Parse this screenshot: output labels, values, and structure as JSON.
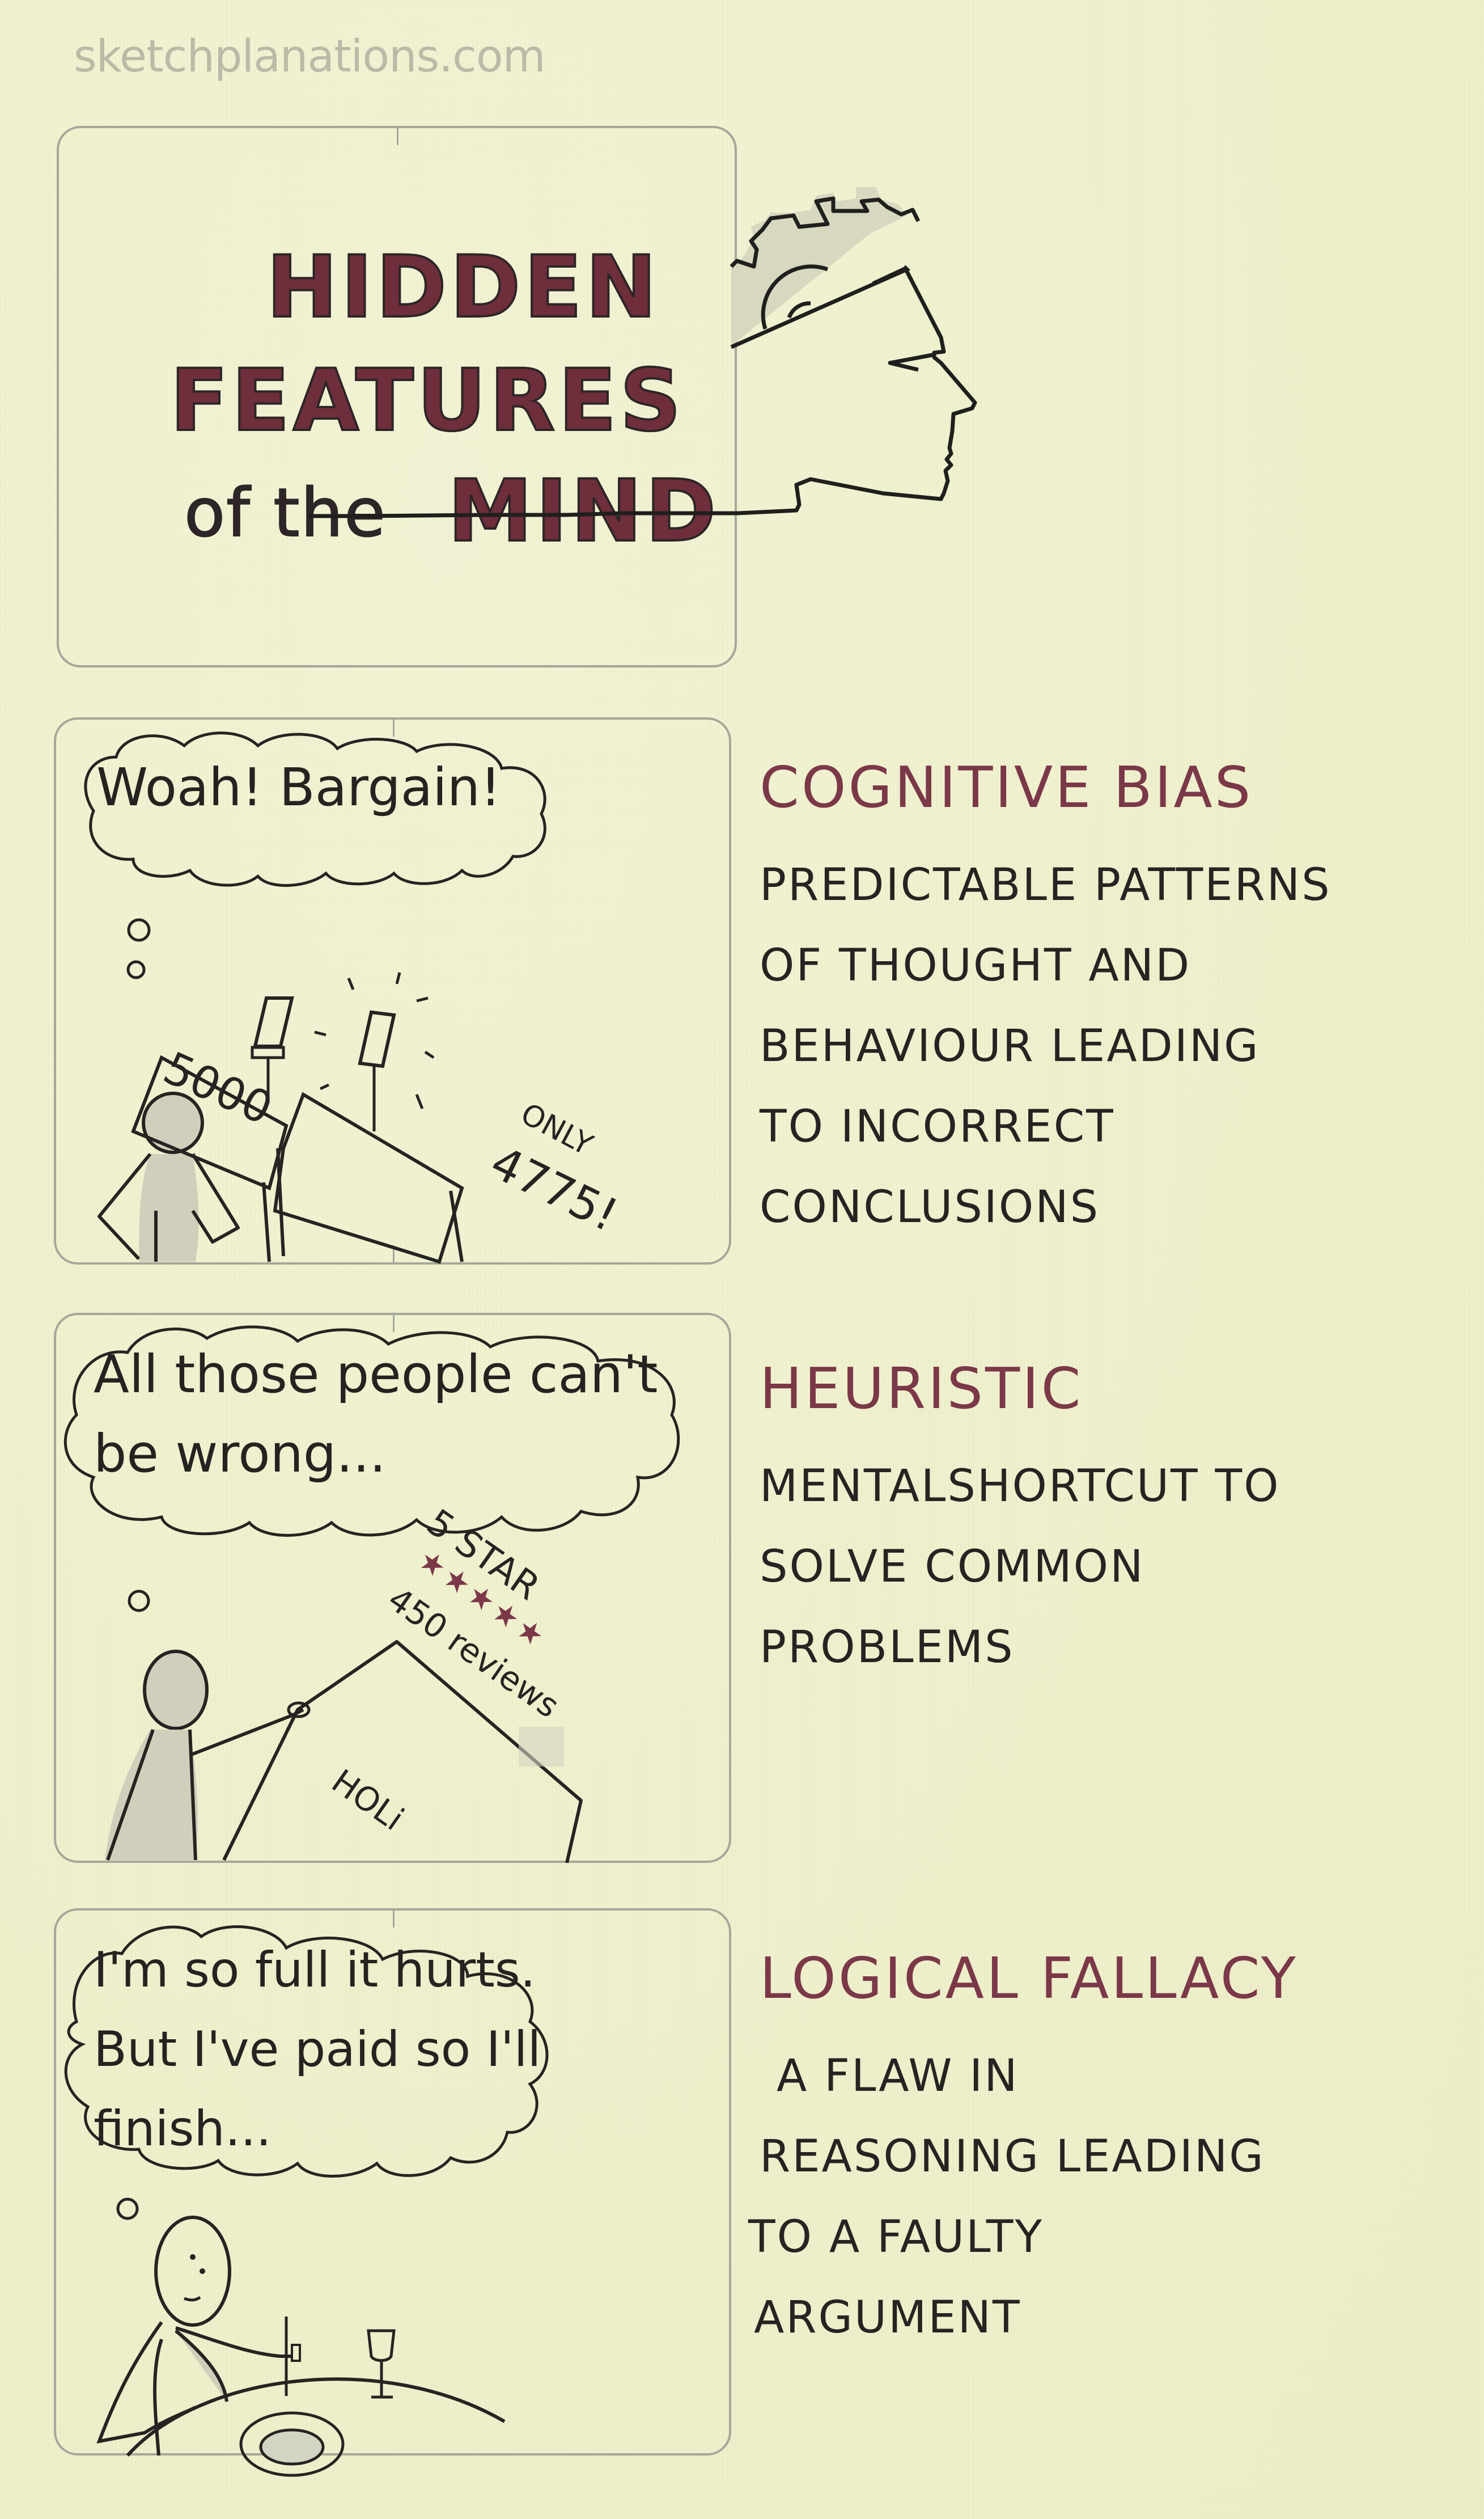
{
  "watermark": "sketchplanations.com",
  "title": {
    "line1": "HIDDEN",
    "line2": "FEATURES",
    "line3_prefix": "of the",
    "line3_word": "MIND"
  },
  "colors": {
    "paper": "#eff1cc",
    "ink": "#262422",
    "accent_maroon": "#7b3848",
    "panel_border": "#a5a79a",
    "shading": "#c9c9b6"
  },
  "sections": [
    {
      "term": "COGNITIVE BIAS",
      "definition_lines": [
        "Predictable patterns",
        "of thought and",
        "behaviour leading",
        "to incorrect",
        "conclusions"
      ],
      "panel": {
        "thought": [
          "Woah! Bargain!"
        ],
        "sign_left": "5000",
        "sign_right_top": "ONLY",
        "sign_right_bottom": "4775!"
      }
    },
    {
      "term": "HEURISTIC",
      "definition_lines": [
        "Mentalshortcut to",
        "solve common",
        "problems"
      ],
      "panel": {
        "thought": [
          "All those people can't",
          "be wrong..."
        ],
        "sign_line1": "5 STAR",
        "sign_stars": "★★★★★",
        "sign_line2": "450 reviews",
        "sign_line3": "HOLi"
      }
    },
    {
      "term": "LOGICAL FALLACY",
      "definition_lines": [
        "A flaw in",
        "reasoning leading",
        "to a faulty",
        "argument"
      ],
      "panel": {
        "thought": [
          "I'm so full it hurts.",
          "But I've paid so I'll",
          "finish..."
        ]
      }
    }
  ]
}
